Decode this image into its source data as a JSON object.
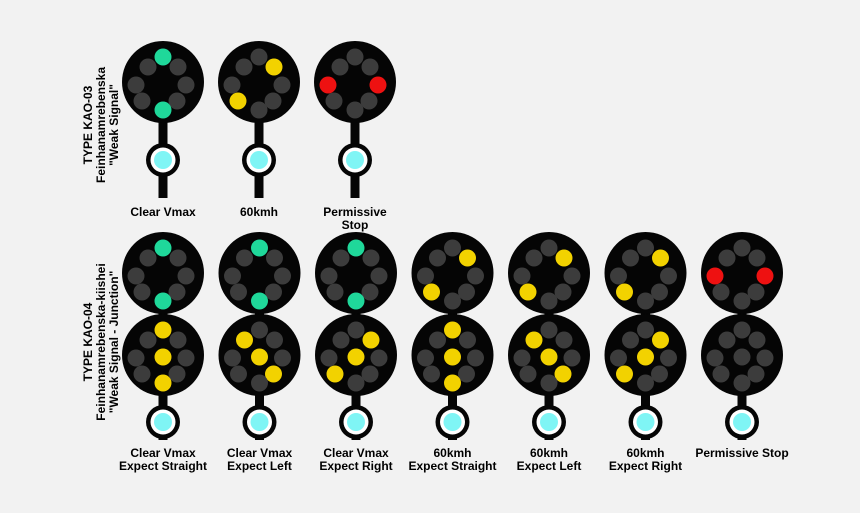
{
  "colors": {
    "background": "#f2f2f2",
    "head": "#050505",
    "lamp_off": "#3c3c3c",
    "green": "#1fd89a",
    "yellow": "#f2d200",
    "red": "#ee1111",
    "cyan_lamp": "#7ff5f5"
  },
  "sections": [
    {
      "title": [
        "TYPE KAO-03",
        "Feinhanamrebenska",
        "\"Weak Signal\""
      ],
      "heads": 1,
      "signals": [
        {
          "label": [
            "Clear Vmax"
          ],
          "heads": [
            {
              "green": [
                "top",
                "bottom"
              ]
            }
          ]
        },
        {
          "label": [
            "60kmh"
          ],
          "heads": [
            {
              "yellow": [
                "upper-right",
                "lower-left"
              ]
            }
          ]
        },
        {
          "label": [
            "Permissive",
            "Stop"
          ],
          "heads": [
            {
              "red": [
                "left",
                "right"
              ]
            }
          ]
        }
      ]
    },
    {
      "title": [
        "TYPE KAO-04",
        "Feinhanamrebenska-kiishei",
        "\"Weak Signal - Junction\""
      ],
      "heads": 2,
      "signals": [
        {
          "label": [
            "Clear Vmax",
            "Expect Straight"
          ],
          "heads": [
            {
              "green": [
                "top",
                "bottom"
              ]
            },
            {
              "yellow": [
                "top",
                "center",
                "bottom"
              ]
            }
          ]
        },
        {
          "label": [
            "Clear Vmax",
            "Expect Left"
          ],
          "heads": [
            {
              "green": [
                "top",
                "bottom"
              ]
            },
            {
              "yellow": [
                "upper-left",
                "center",
                "lower-right"
              ]
            }
          ]
        },
        {
          "label": [
            "Clear Vmax",
            "Expect Right"
          ],
          "heads": [
            {
              "green": [
                "top",
                "bottom"
              ]
            },
            {
              "yellow": [
                "upper-right",
                "center",
                "lower-left"
              ]
            }
          ]
        },
        {
          "label": [
            "60kmh",
            "Expect Straight"
          ],
          "heads": [
            {
              "yellow": [
                "upper-right",
                "lower-left"
              ]
            },
            {
              "yellow": [
                "top",
                "center",
                "bottom"
              ]
            }
          ]
        },
        {
          "label": [
            "60kmh",
            "Expect Left"
          ],
          "heads": [
            {
              "yellow": [
                "upper-right",
                "lower-left"
              ]
            },
            {
              "yellow": [
                "upper-left",
                "center",
                "lower-right"
              ]
            }
          ]
        },
        {
          "label": [
            "60kmh",
            "Expect Right"
          ],
          "heads": [
            {
              "yellow": [
                "upper-right",
                "lower-left"
              ]
            },
            {
              "yellow": [
                "upper-right",
                "center",
                "lower-left"
              ]
            }
          ]
        },
        {
          "label": [
            "Permissive Stop"
          ],
          "heads": [
            {
              "red": [
                "left",
                "right"
              ]
            },
            {}
          ]
        }
      ]
    }
  ]
}
